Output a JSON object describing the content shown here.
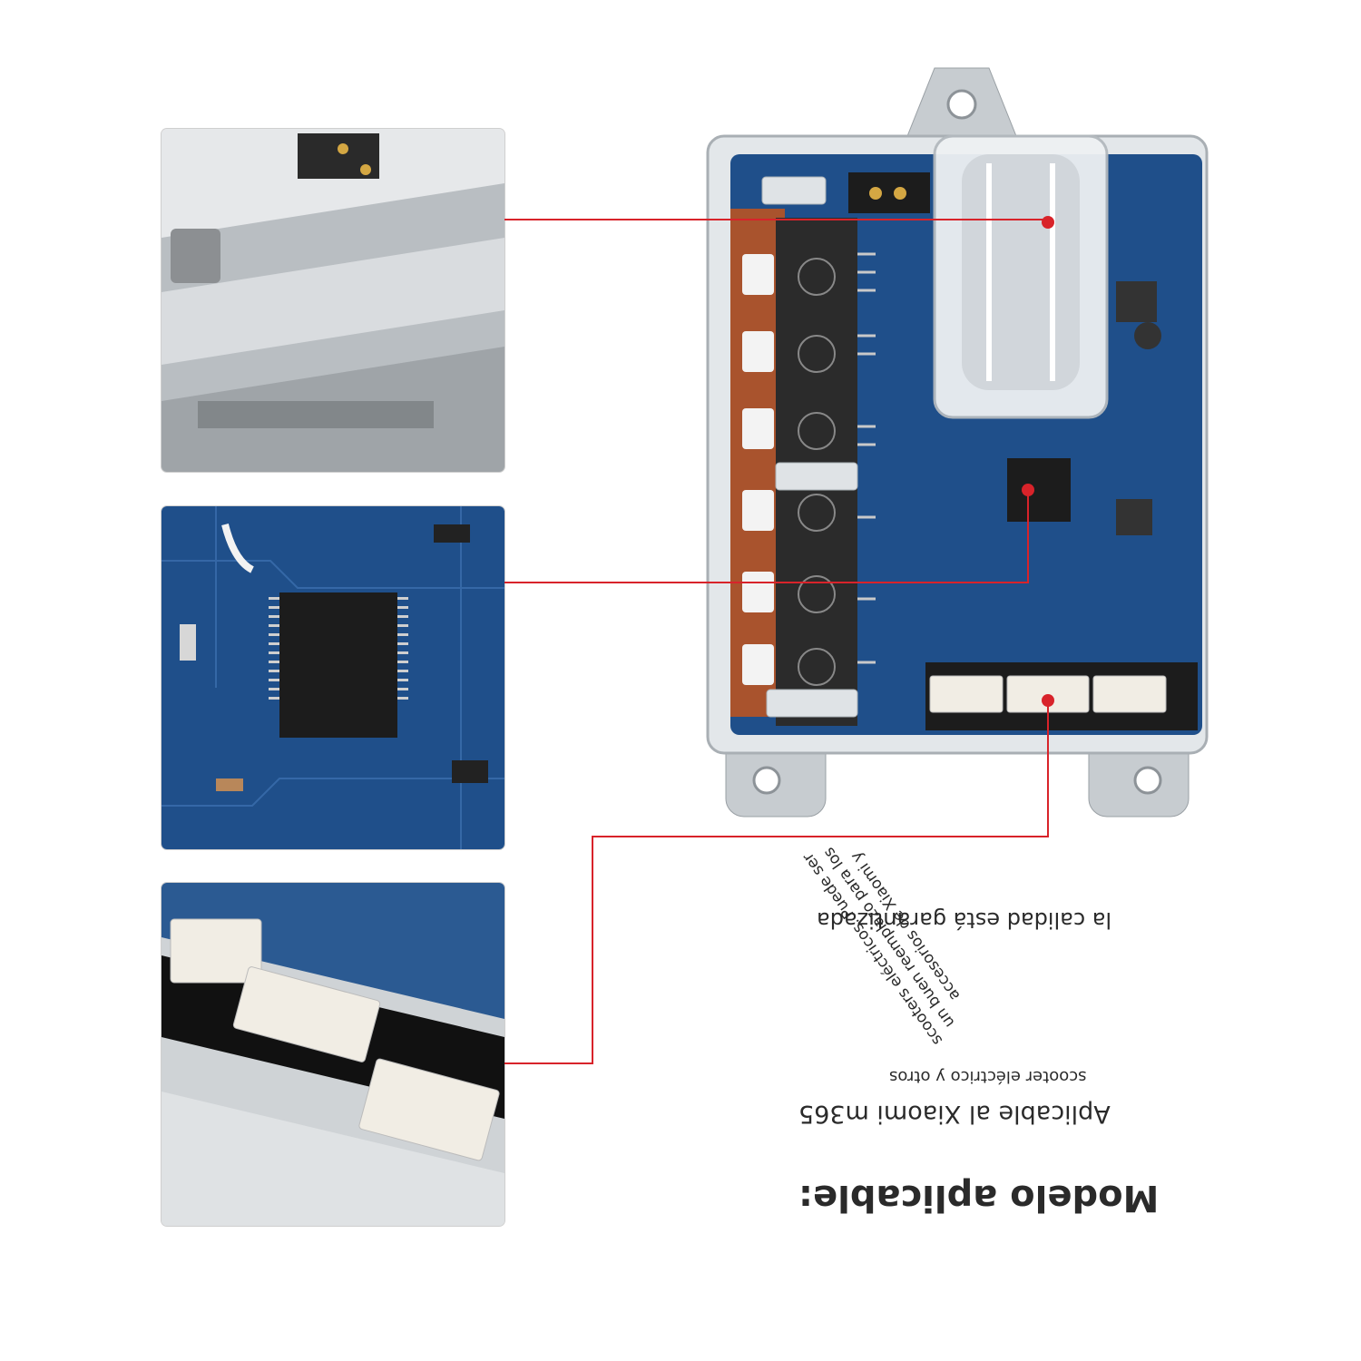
{
  "caption": {
    "modelo_title": "Modelo aplicable:",
    "aplicable_line": "Aplicable al Xiaomi m365",
    "scooter_line": "scooter eléctrico y otros",
    "diagonal_line1": "scooters eléctricos. Puede ser",
    "diagonal_line2": "un buen reemplazo para los",
    "diagonal_line3": "accesorios de Xiaomi y",
    "quality_line": "la calidad está garantizada"
  },
  "colors": {
    "callout": "#d8232a",
    "pcb": "#1f4f8a",
    "case": "#d7dde2",
    "text": "#2a2a2a"
  },
  "icons": {
    "callout_dot": "red-dot-icon"
  }
}
